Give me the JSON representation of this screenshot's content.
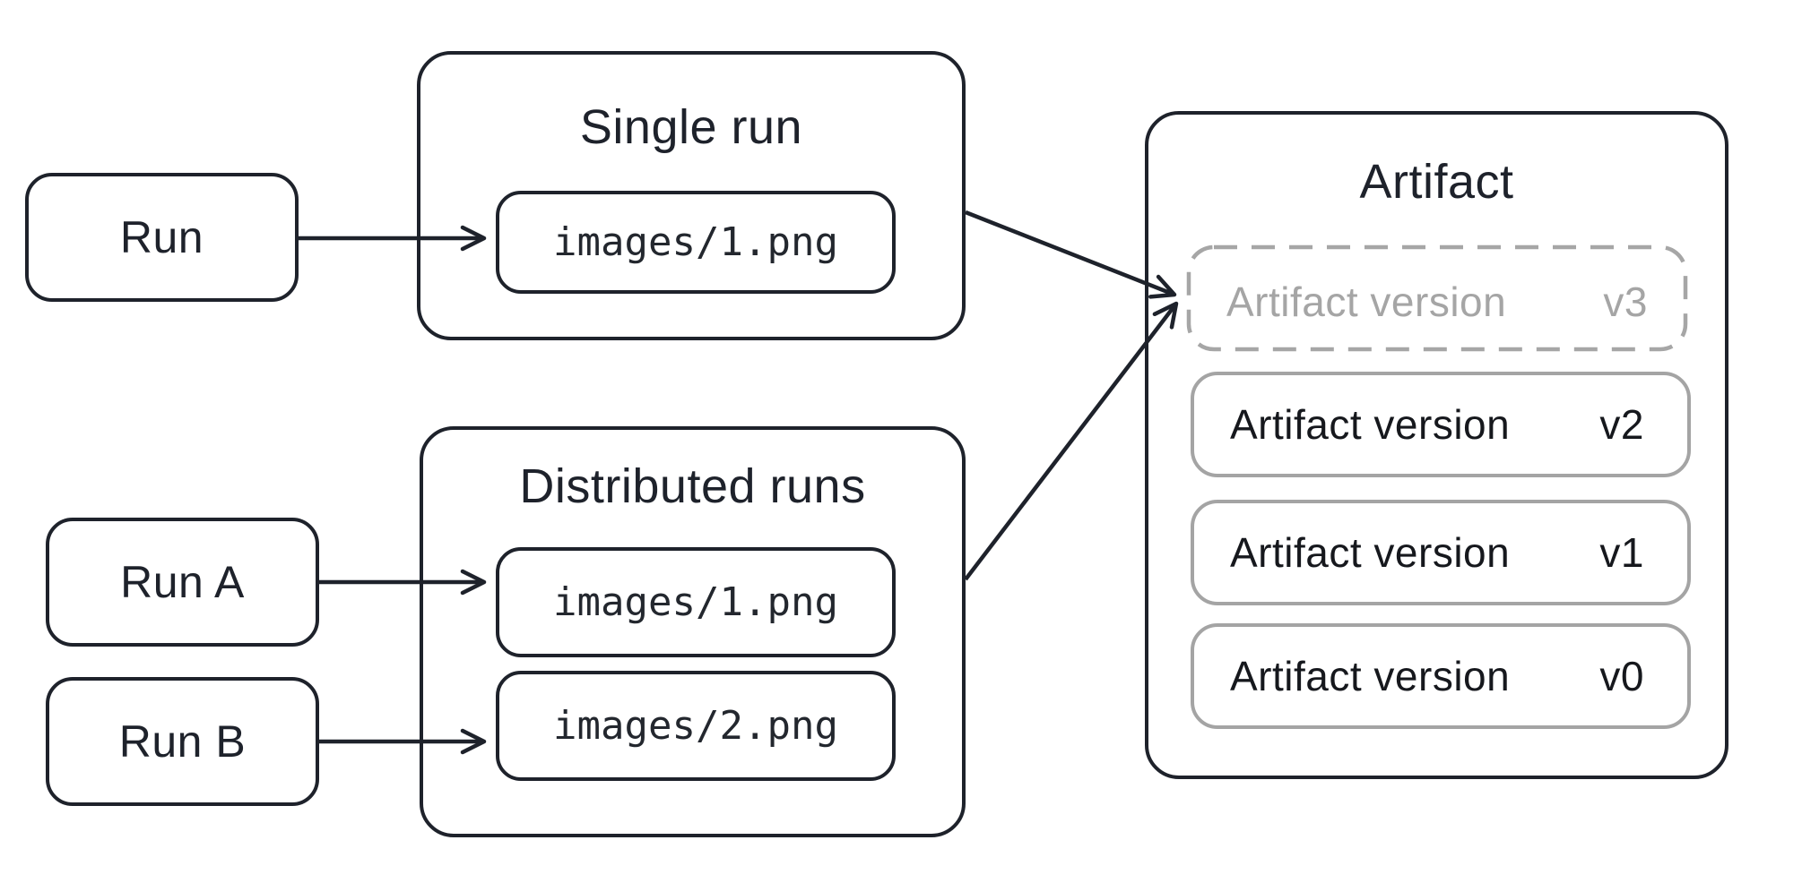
{
  "colors": {
    "ink": "#1e222b",
    "gray_border": "#a4a4a4",
    "gray_text": "#a5a5a5",
    "background": "#ffffff"
  },
  "nodes": {
    "run": {
      "label": "Run"
    },
    "run_a": {
      "label": "Run A"
    },
    "run_b": {
      "label": "Run B"
    }
  },
  "single_run": {
    "title": "Single run",
    "file": "images/1.png"
  },
  "distributed": {
    "title": "Distributed runs",
    "files": [
      "images/1.png",
      "images/2.png"
    ]
  },
  "artifact": {
    "title": "Artifact",
    "versions": [
      {
        "label": "Artifact version",
        "version": "v3",
        "state": "pending"
      },
      {
        "label": "Artifact version",
        "version": "v2",
        "state": "committed"
      },
      {
        "label": "Artifact version",
        "version": "v1",
        "state": "committed"
      },
      {
        "label": "Artifact version",
        "version": "v0",
        "state": "committed"
      }
    ]
  }
}
